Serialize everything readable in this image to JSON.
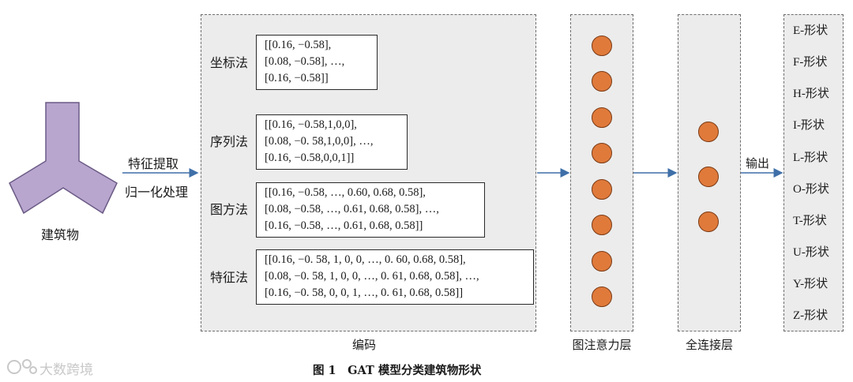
{
  "building": {
    "label": "建筑物",
    "fill": "#b8a6cf",
    "stroke": "#6b5a85"
  },
  "preprocess": {
    "line1": "特征提取",
    "line2": "归一化处理"
  },
  "encoding": {
    "caption": "编码",
    "methods": [
      {
        "name": "坐标法",
        "lines": [
          "[[0.16, −0.58],",
          "[0.08, −0.58], …,",
          "[0.16, −0.58]]"
        ]
      },
      {
        "name": "序列法",
        "lines": [
          "[[0.16, −0.58,1,0,0],",
          "[0.08, −0. 58,1,0,0], …,",
          "[0.16, −0.58,0,0,1]]"
        ]
      },
      {
        "name": "图方法",
        "lines": [
          "[[0.16, −0.58, …, 0.60, 0.68, 0.58],",
          "[0.08, −0.58, …, 0.61, 0.68, 0.58], …,",
          "[0.16, −0.58, …, 0.61, 0.68, 0.58]]"
        ]
      },
      {
        "name": "特征法",
        "lines": [
          "[[0.16, −0. 58, 1, 0, 0, …, 0. 60, 0.68, 0.58],",
          "[0.08, −0. 58, 1, 0, 0, …, 0. 61, 0.68, 0.58], …,",
          "[0.16, −0. 58, 0, 0, 1, …, 0. 61, 0.68, 0.58]]"
        ]
      }
    ]
  },
  "attention_layer": {
    "caption": "图注意力层"
  },
  "fc_layer": {
    "caption": "全连接层"
  },
  "output_arrow_label": "输出",
  "outputs": [
    "E-形状",
    "F-形状",
    "H-形状",
    "I-形状",
    "L-形状",
    "O-形状",
    "T-形状",
    "U-形状",
    "Y-形状",
    "Z-形状"
  ],
  "figure_caption": "图 1　GAT 模型分类建筑物形状",
  "watermark": "大数跨境",
  "colors": {
    "node": "#e07a3b",
    "arrow": "#3f6fa8",
    "box_bg": "#ececec"
  }
}
